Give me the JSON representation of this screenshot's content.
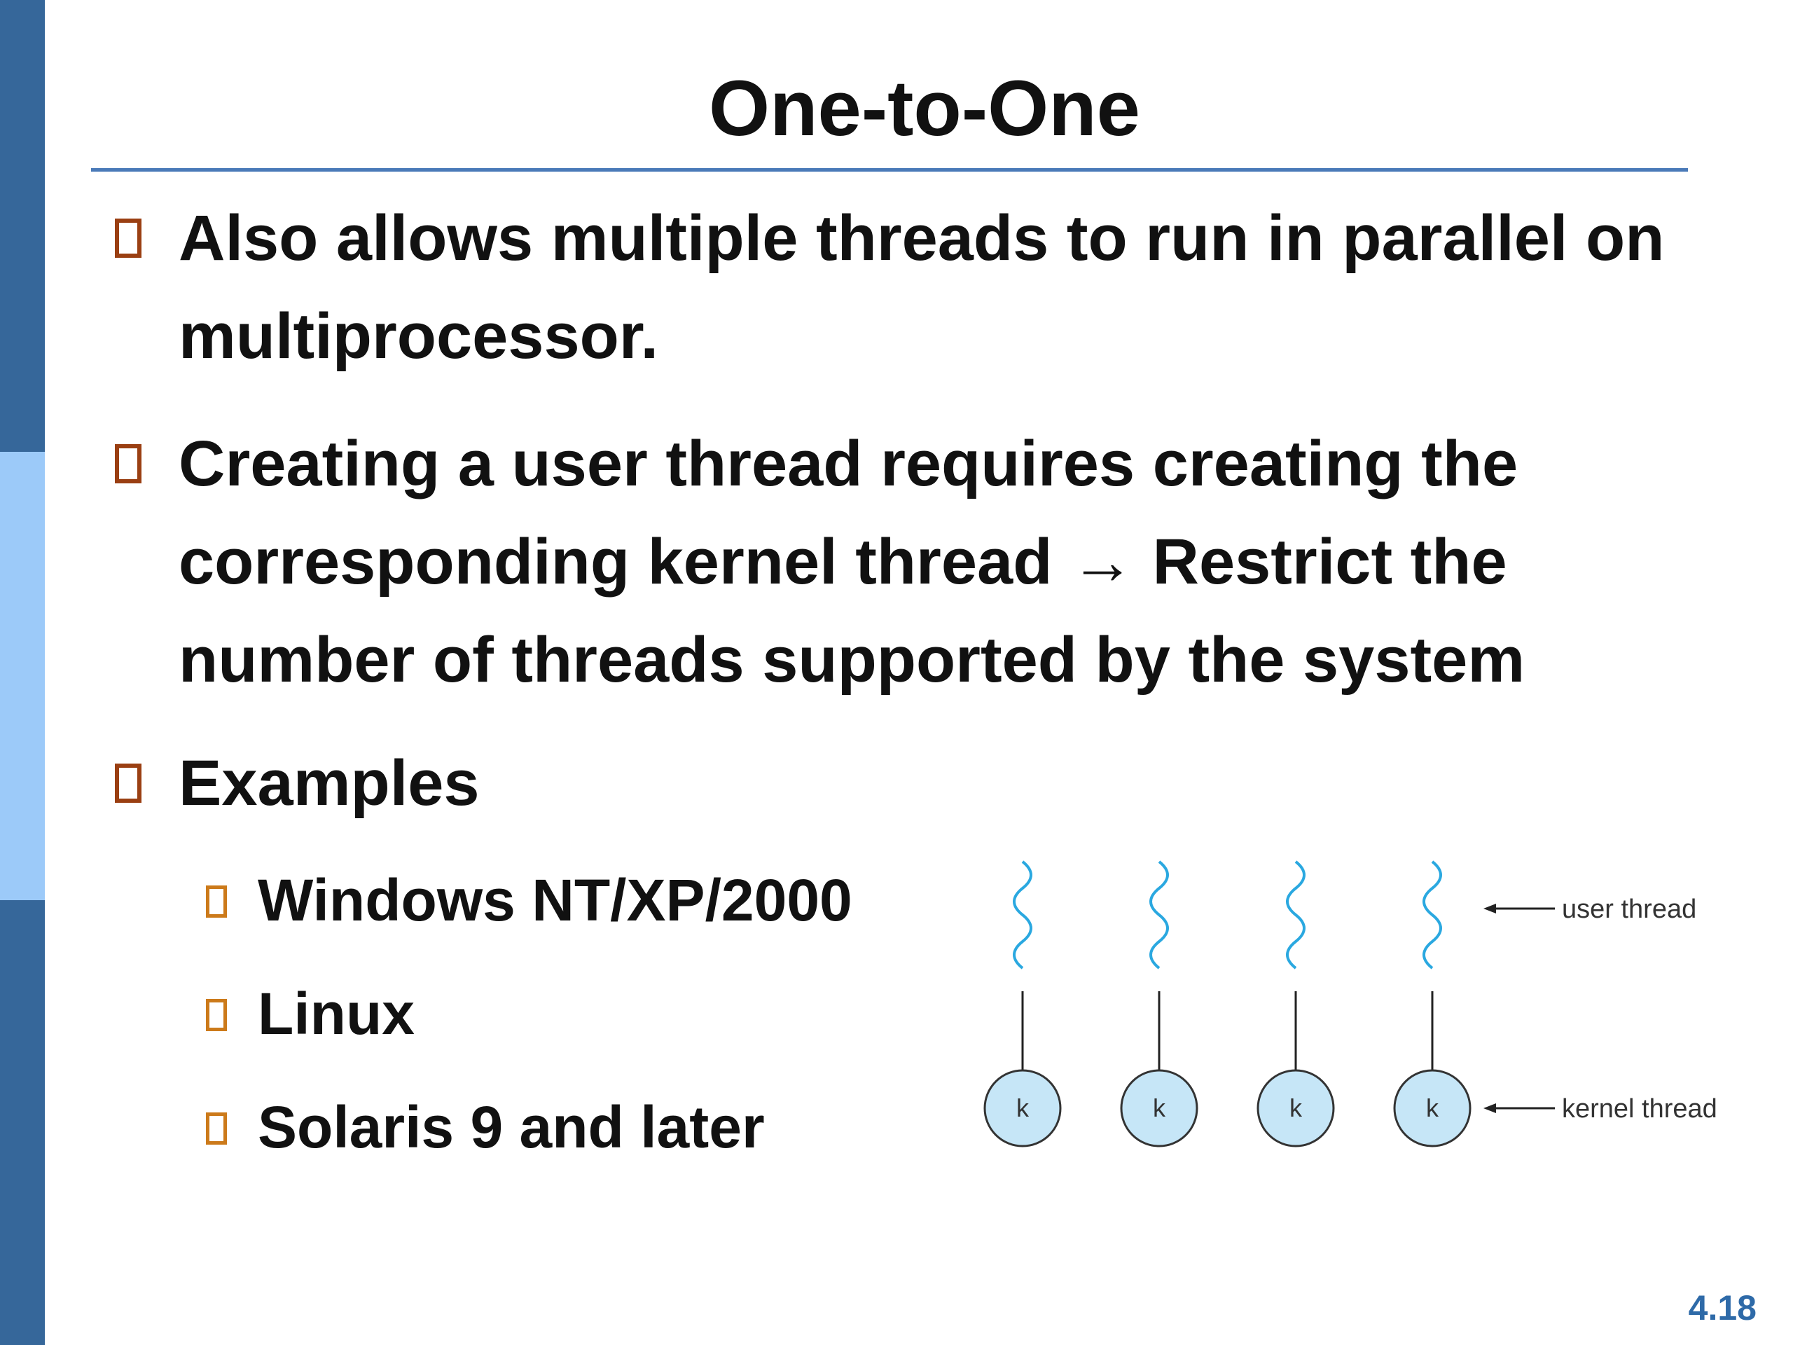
{
  "slide": {
    "title": "One-to-One",
    "bullets": [
      "Also allows multiple threads to run in parallel on multiprocessor.",
      "Creating a user thread requires creating the corresponding kernel thread → Restrict the number of threads supported by the system",
      "Examples"
    ],
    "sub_bullets": [
      "Windows NT/XP/2000",
      "Linux",
      "Solaris 9 and later"
    ],
    "page_number": "4.18"
  },
  "diagram": {
    "user_thread_label": "user thread",
    "kernel_thread_label": "kernel thread",
    "kernel_node_label": "k",
    "thread_count": 4,
    "colors": {
      "thread_wave": "#2aa8e0",
      "kernel_fill": "#c6e6f7",
      "kernel_stroke": "#333333"
    }
  }
}
